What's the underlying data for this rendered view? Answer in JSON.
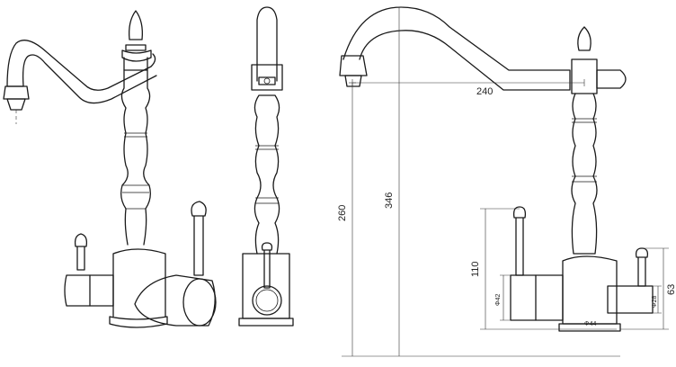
{
  "dimensions": {
    "spout_reach": "240",
    "spout_height": "260",
    "total_height": "346",
    "handle_height": "110",
    "side_height": "63",
    "left_diameter": "Φ42",
    "right_diameter": "Φ28",
    "base_diameter": "Φ44"
  }
}
